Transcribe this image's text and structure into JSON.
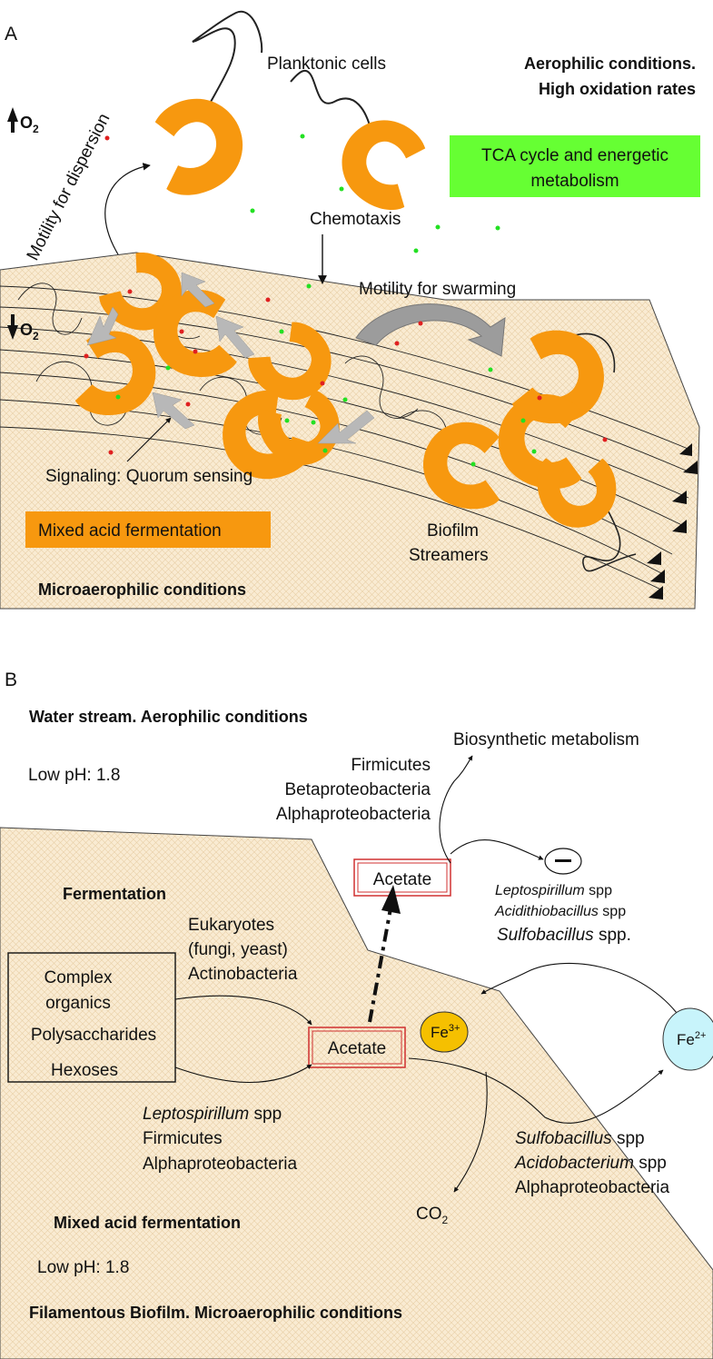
{
  "panel_a": {
    "letter": "A",
    "o2_top": "O",
    "o2_top_sub": "2",
    "o2_bottom": "O",
    "o2_bottom_sub": "2",
    "planktonic": "Planktonic cells",
    "aerophilic_line1": "Aerophilic conditions.",
    "aerophilic_line2": "High oxidation rates",
    "tca_line1": "TCA cycle and energetic",
    "tca_line2": "metabolism",
    "motility_dispersion": "Motility for dispersion",
    "chemotaxis": "Chemotaxis",
    "motility_swarming": "Motility for swarming",
    "quorum": "Signaling: Quorum sensing",
    "mixed_acid": "Mixed acid fermentation",
    "biofilm_line1": "Biofilm",
    "biofilm_line2": "Streamers",
    "microaerophilic": "Microaerophilic conditions",
    "colors": {
      "cell": "#f7980f",
      "tca_box": "#66ff33",
      "ferment_box": "#f7980f",
      "biofilm": "#f8e8c8",
      "arrow_gray": "#b8b8b8"
    }
  },
  "panel_b": {
    "letter": "B",
    "water_stream": "Water stream. Aerophilic conditions",
    "low_ph_top": "Low pH: 1.8",
    "biosynthetic": "Biosynthetic metabolism",
    "top_groups": [
      "Firmicutes",
      "Betaproteobacteria",
      "Alphaproteobacteria"
    ],
    "acetate_top": "Acetate",
    "acetate_mid": "Acetate",
    "fermentation": "Fermentation",
    "upper_groups": [
      "Eukaryotes",
      "(fungi, yeast)",
      "Actinobacteria"
    ],
    "substrates": [
      "Complex",
      "organics",
      "Polysaccharides",
      "Hexoses"
    ],
    "lepto_group": {
      "genus": "Leptospirillum",
      "suffix": " spp"
    },
    "lower_groups": [
      "Firmicutes",
      "Alphaproteobacteria"
    ],
    "right_top": [
      {
        "genus": "Leptospirillum",
        "suffix": " spp"
      },
      {
        "genus": "Acidithiobacillus",
        "suffix": " spp"
      },
      {
        "genus": "Sulfobacillus",
        "suffix": " spp."
      }
    ],
    "fe3": {
      "base": "Fe",
      "sup": "3+",
      "color": "#f5c000"
    },
    "fe2": {
      "base": "Fe",
      "sup": "2+",
      "color": "#c8f4fb"
    },
    "right_bottom": [
      {
        "genus": "Sulfobacillus",
        "suffix": " spp"
      },
      {
        "genus": "Acidobacterium",
        "suffix": " spp"
      },
      {
        "genus": "",
        "suffix": "Alphaproteobacteria"
      }
    ],
    "co2": "CO",
    "co2_sub": "2",
    "mixed_acid": "Mixed acid fermentation",
    "low_ph_bottom": "Low pH: 1.8",
    "filamentous": "Filamentous Biofilm. Microaerophilic conditions"
  }
}
